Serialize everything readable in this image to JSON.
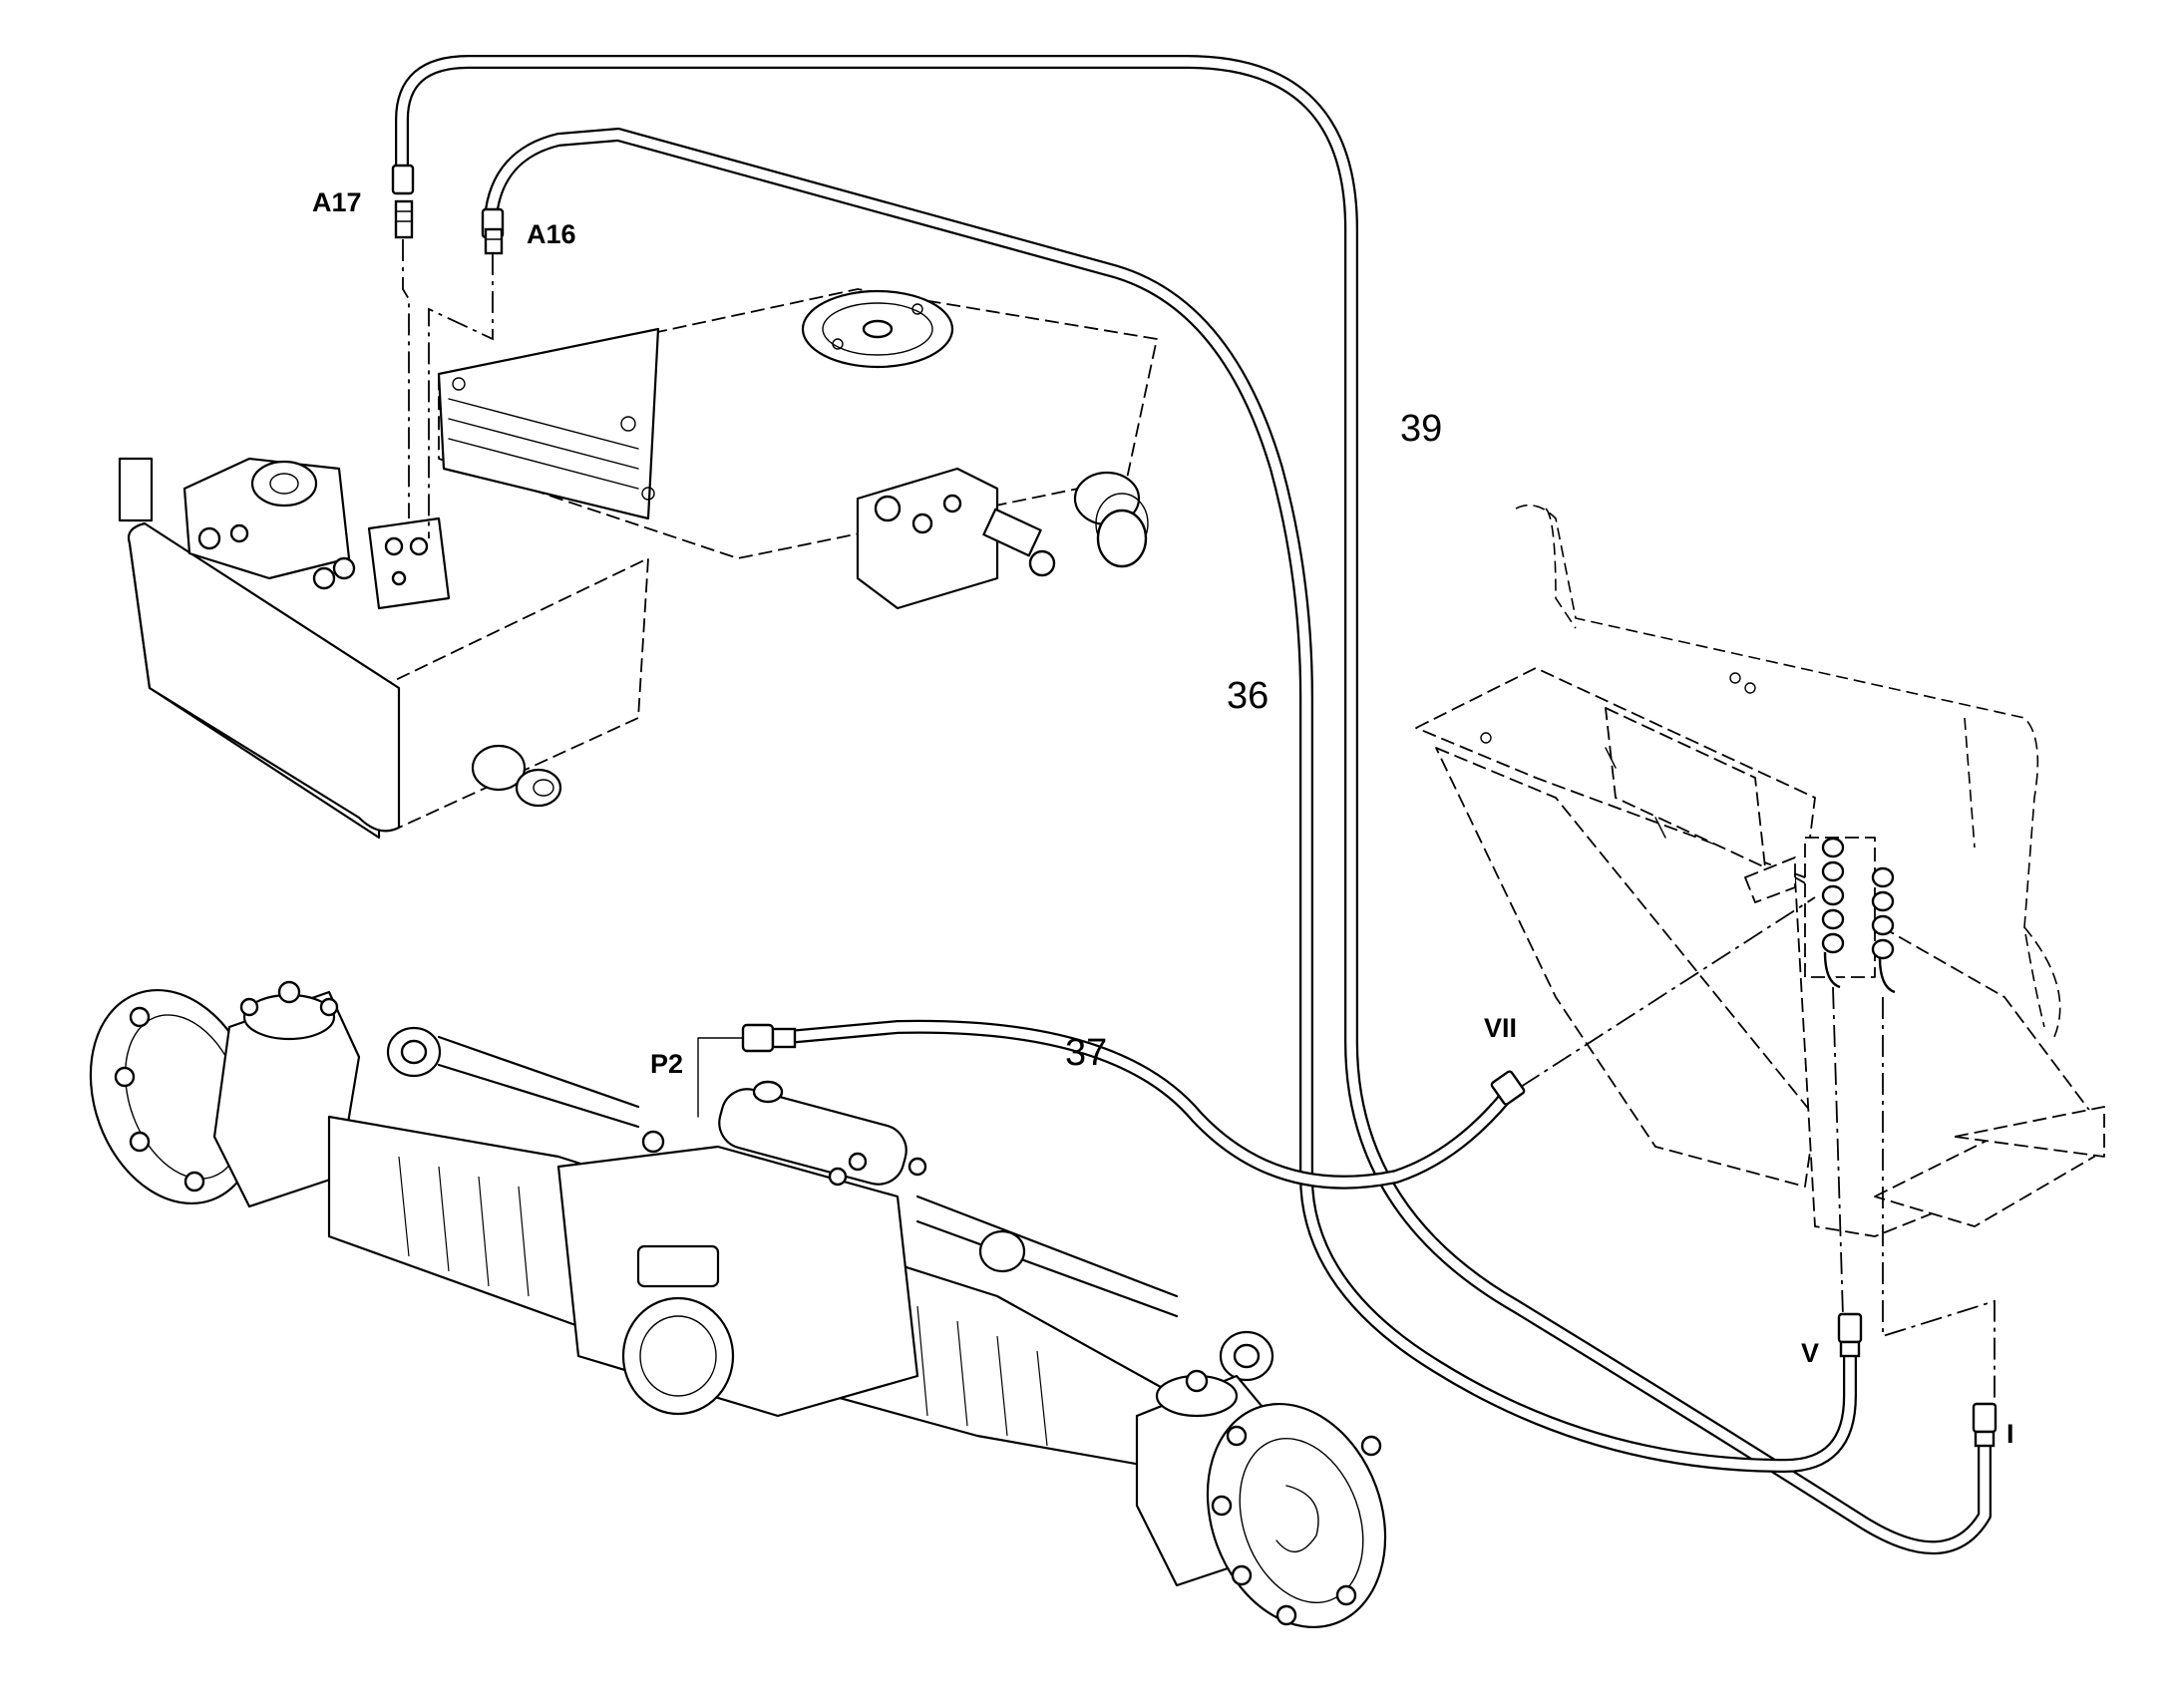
{
  "labels": {
    "a17": "A17",
    "a16": "A16",
    "p2": "P2",
    "vii": "VII",
    "v": "V",
    "i": "I",
    "n36": "36",
    "n37": "37",
    "n39": "39"
  },
  "colors": {
    "ink": "#000000",
    "paper": "#ffffff"
  },
  "components": [
    "hydraulic-tank",
    "steering-axle",
    "cab-bracket-valve-block",
    "hose-36",
    "hose-37",
    "hose-39"
  ]
}
